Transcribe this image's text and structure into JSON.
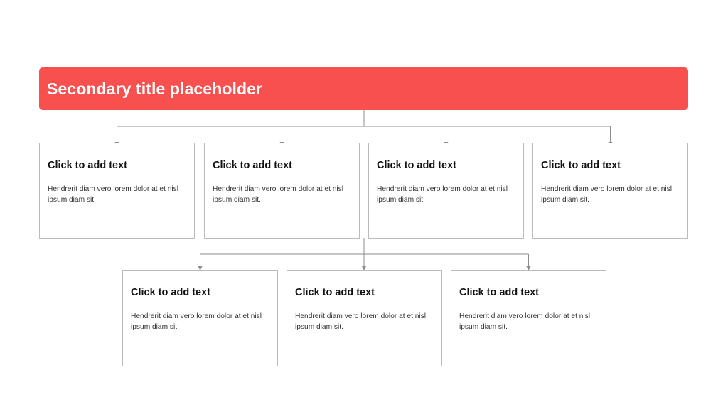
{
  "header": {
    "title": "Secondary title placeholder"
  },
  "colors": {
    "title_background": "#f84f4f",
    "title_text": "#ffffff",
    "connector": "#8c8c8c",
    "card_border": "#bcbcbc"
  },
  "row_top": {
    "cards": [
      {
        "heading": "Click to add text",
        "body": "Hendrerit diam vero lorem dolor at et nisl ipsum diam sit."
      },
      {
        "heading": "Click to add text",
        "body": "Hendrerit diam vero lorem dolor at et nisl ipsum diam sit."
      },
      {
        "heading": "Click to add text",
        "body": "Hendrerit diam vero lorem dolor at et nisl ipsum diam sit."
      },
      {
        "heading": "Click to add text",
        "body": "Hendrerit diam vero lorem dolor at et nisl ipsum diam sit."
      }
    ]
  },
  "row_bottom": {
    "cards": [
      {
        "heading": "Click to add text",
        "body": "Hendrerit diam vero lorem dolor at et nisl ipsum diam sit."
      },
      {
        "heading": "Click to add text",
        "body": "Hendrerit diam vero lorem dolor at et nisl ipsum diam sit."
      },
      {
        "heading": "Click to add text",
        "body": "Hendrerit diam vero lorem dolor at et nisl ipsum diam sit."
      }
    ]
  }
}
